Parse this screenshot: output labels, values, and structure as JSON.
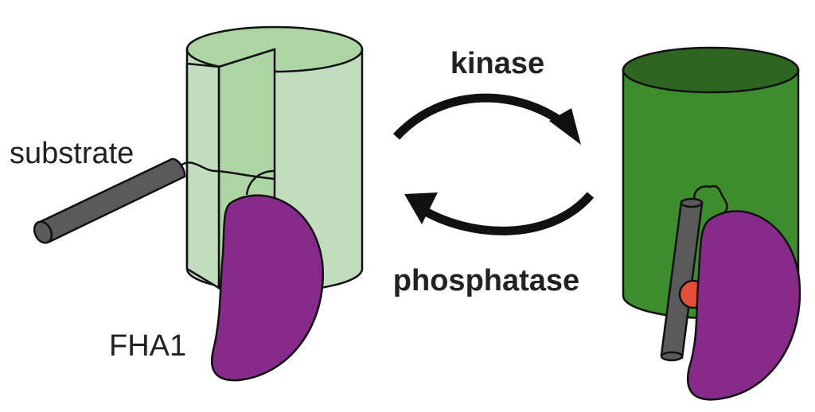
{
  "labels": {
    "substrate": "substrate",
    "fha1": "FHA1",
    "kinase": "kinase",
    "phosphatase": "phosphatase"
  },
  "colors": {
    "cylinder_light": "#c2ddbd",
    "cylinder_light_top": "#add4a3",
    "cylinder_dark": "#3d8d2d",
    "cylinder_dark_top": "#2e6621",
    "fha1_domain": "#862b89",
    "substrate_rod": "#5a5a5a",
    "phospho_site": "#e24f38",
    "outline": "#111111"
  }
}
